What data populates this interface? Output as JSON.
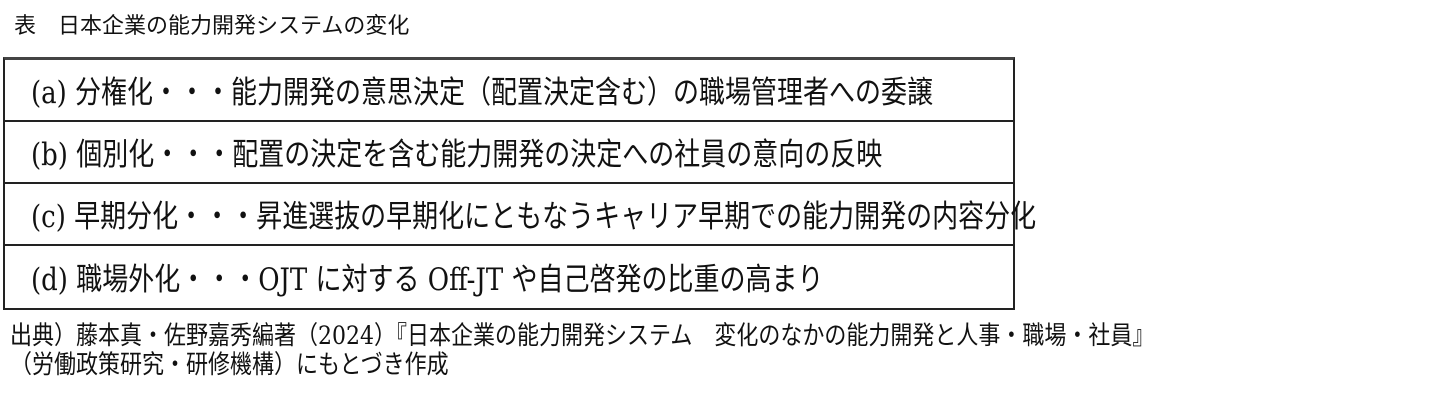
{
  "title": "表　日本企業の能力開発システムの変化",
  "rows": [
    {
      "text": "(a) 分権化・・・能力開発の意思決定（配置決定含む）の職場管理者への委譲"
    },
    {
      "text": "(b) 個別化・・・配置の決定を含む能力開発の決定への社員の意向の反映"
    },
    {
      "text": "(c) 早期分化・・・昇進選抜の早期化にともなうキャリア早期での能力開発の内容分化"
    },
    {
      "text": "(d) 職場外化・・・OJT に対する Off-JT や自己啓発の比重の高まり"
    }
  ],
  "source": {
    "line1": "出典）藤本真・佐野嘉秀編著（2024）『日本企業の能力開発システム　変化のなかの能力開発と人事・職場・社員』",
    "line2": "（労働政策研究・研修機構）にもとづき作成"
  }
}
